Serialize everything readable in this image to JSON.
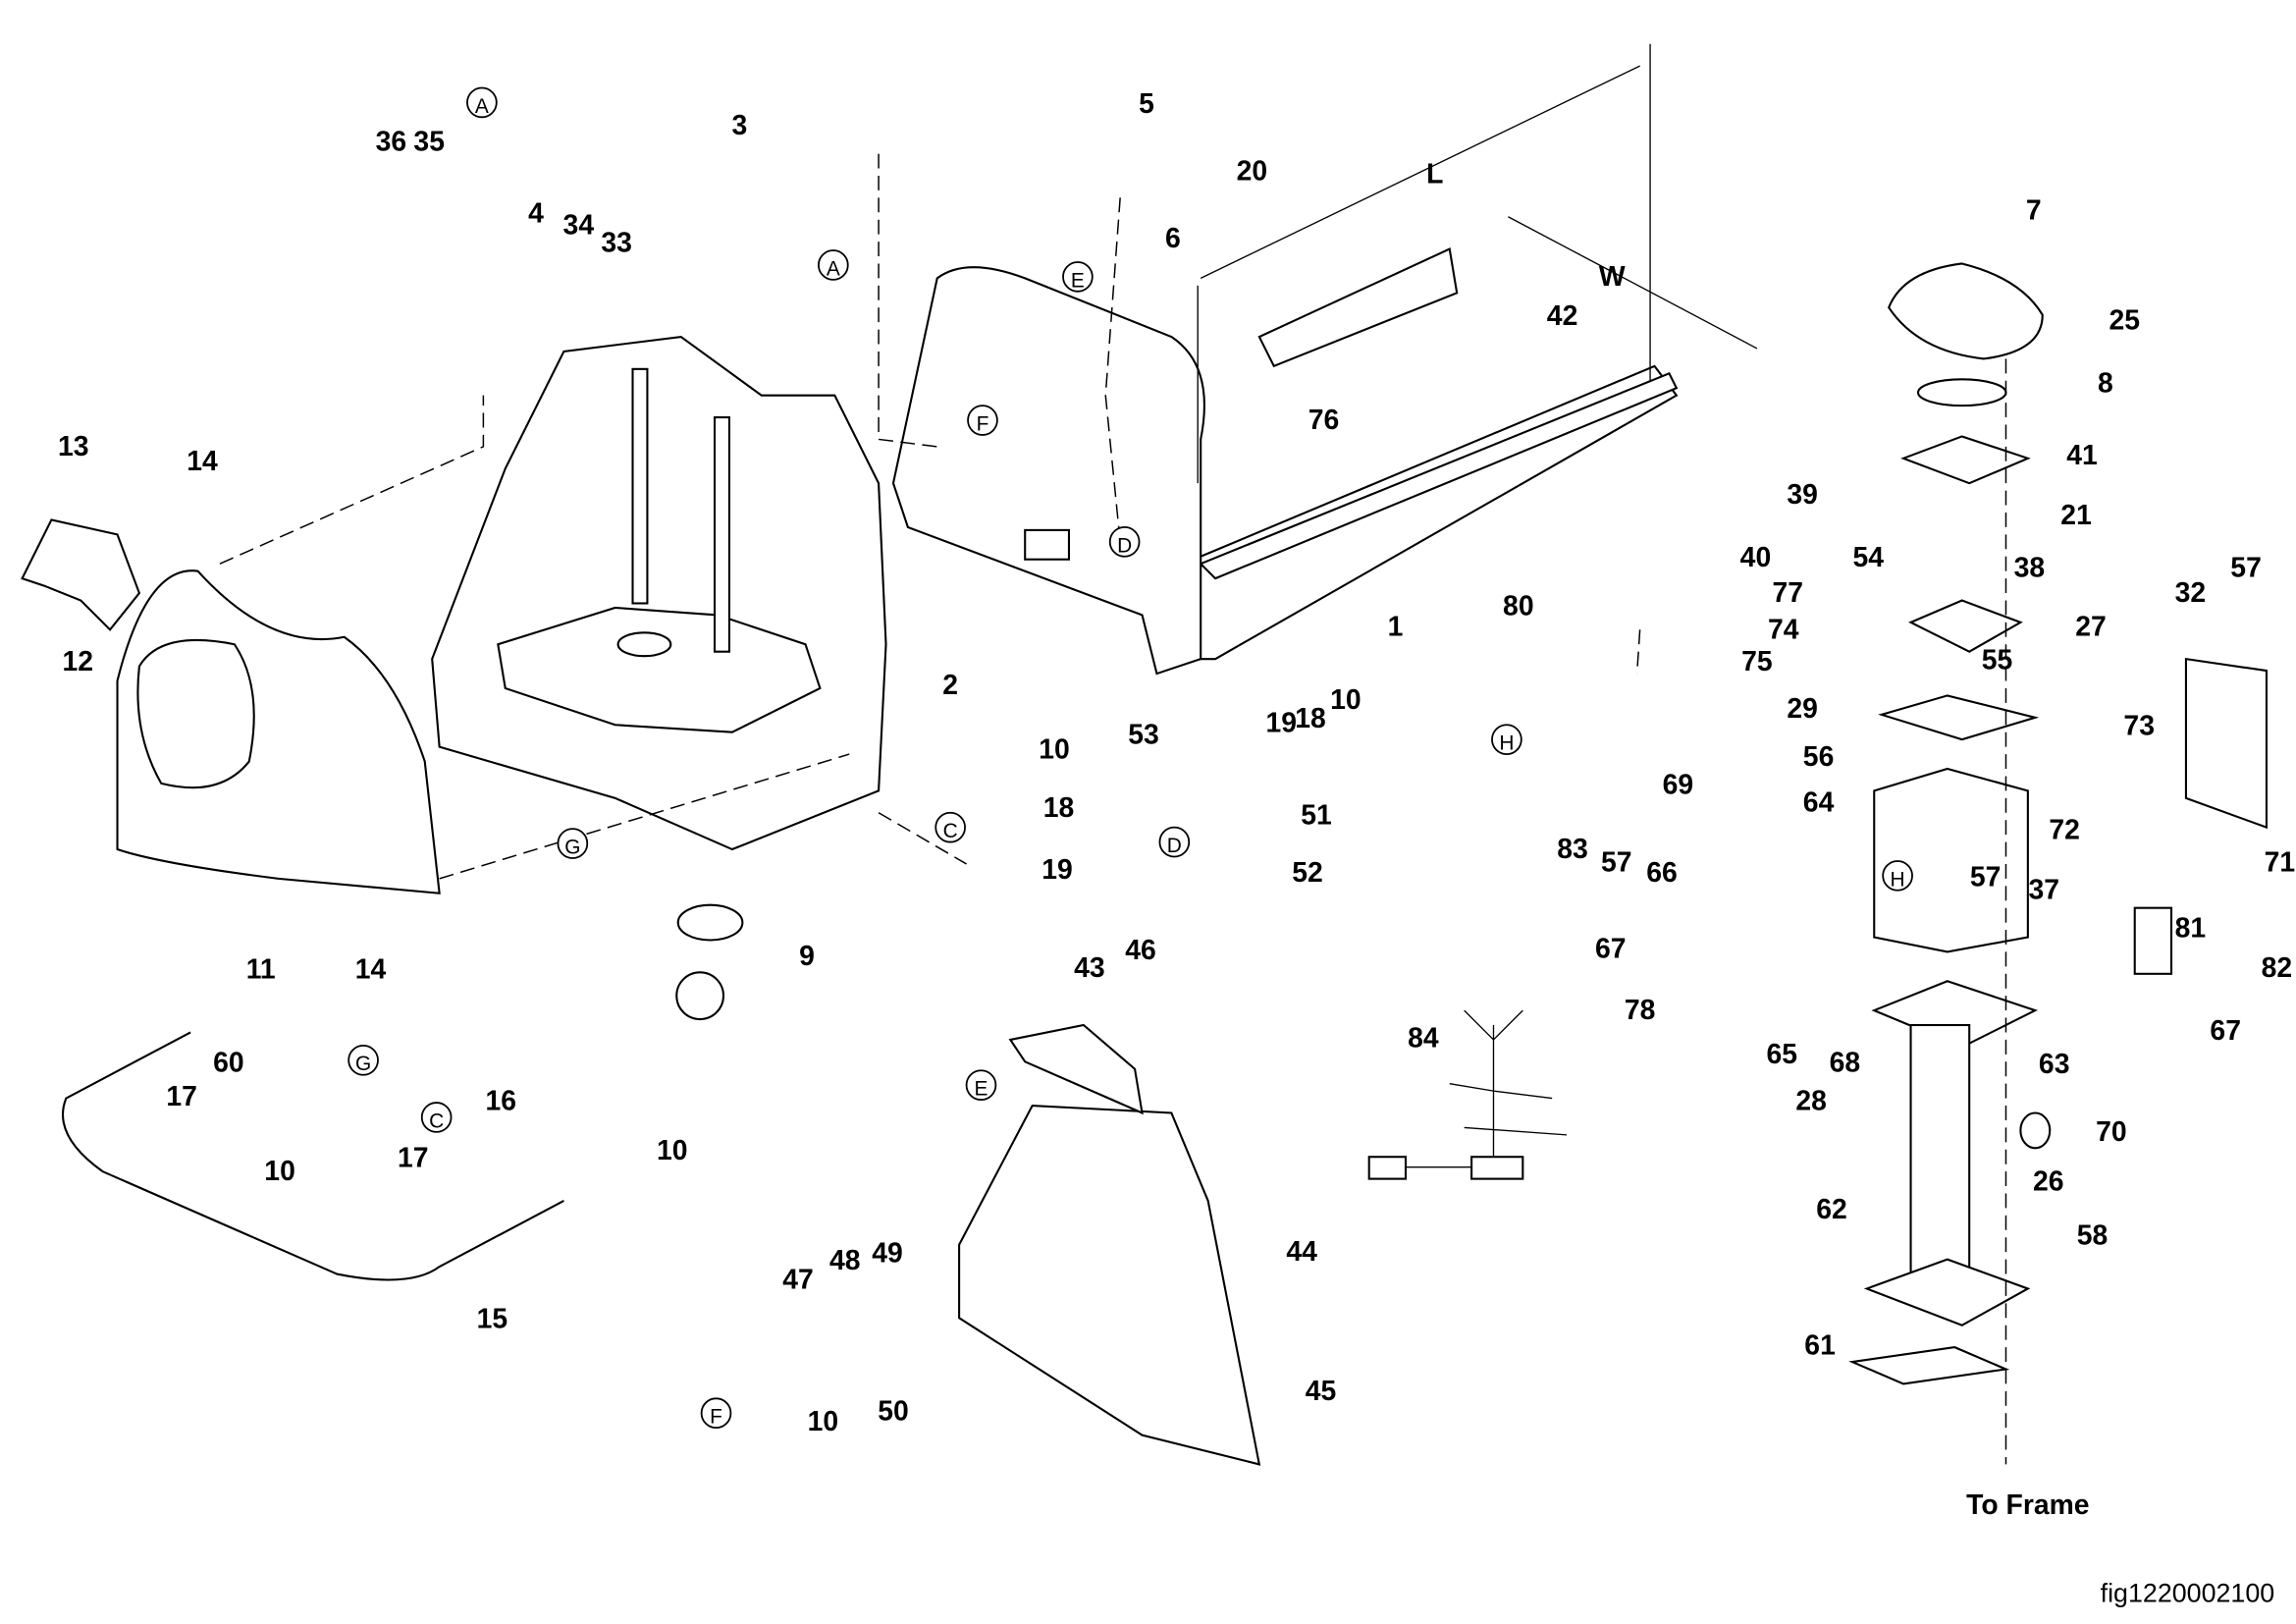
{
  "figure_id": "fig1220002100",
  "dimension_labels": {
    "length": "L",
    "width": "W"
  },
  "to_frame_note": "To Frame",
  "callouts": [
    {
      "text": "36"
    },
    {
      "text": "35"
    },
    {
      "text": "A",
      "circled": true
    },
    {
      "text": "4"
    },
    {
      "text": "34"
    },
    {
      "text": "33"
    },
    {
      "text": "3"
    },
    {
      "text": "A",
      "circled": true
    },
    {
      "text": "5"
    },
    {
      "text": "20"
    },
    {
      "text": "6"
    },
    {
      "text": "E",
      "circled": true
    },
    {
      "text": "F",
      "circled": true
    },
    {
      "text": "42"
    },
    {
      "text": "76"
    },
    {
      "text": "7"
    },
    {
      "text": "25"
    },
    {
      "text": "8"
    },
    {
      "text": "41"
    },
    {
      "text": "21"
    },
    {
      "text": "39"
    },
    {
      "text": "54"
    },
    {
      "text": "38"
    },
    {
      "text": "40"
    },
    {
      "text": "77"
    },
    {
      "text": "80"
    },
    {
      "text": "74"
    },
    {
      "text": "75"
    },
    {
      "text": "27"
    },
    {
      "text": "55"
    },
    {
      "text": "1"
    },
    {
      "text": "D",
      "circled": true
    },
    {
      "text": "13"
    },
    {
      "text": "14"
    },
    {
      "text": "12"
    },
    {
      "text": "2"
    },
    {
      "text": "53"
    },
    {
      "text": "19"
    },
    {
      "text": "18"
    },
    {
      "text": "10"
    },
    {
      "text": "51"
    },
    {
      "text": "52"
    },
    {
      "text": "D",
      "circled": true
    },
    {
      "text": "10"
    },
    {
      "text": "18"
    },
    {
      "text": "19"
    },
    {
      "text": "C",
      "circled": true
    },
    {
      "text": "G",
      "circled": true
    },
    {
      "text": "11"
    },
    {
      "text": "14"
    },
    {
      "text": "9"
    },
    {
      "text": "H",
      "circled": true
    },
    {
      "text": "83"
    },
    {
      "text": "57"
    },
    {
      "text": "69"
    },
    {
      "text": "66"
    },
    {
      "text": "64"
    },
    {
      "text": "29"
    },
    {
      "text": "56"
    },
    {
      "text": "57"
    },
    {
      "text": "H",
      "circled": true
    },
    {
      "text": "37"
    },
    {
      "text": "32"
    },
    {
      "text": "57"
    },
    {
      "text": "73"
    },
    {
      "text": "72"
    },
    {
      "text": "71"
    },
    {
      "text": "81"
    },
    {
      "text": "82"
    },
    {
      "text": "67"
    },
    {
      "text": "78"
    },
    {
      "text": "65"
    },
    {
      "text": "68"
    },
    {
      "text": "63"
    },
    {
      "text": "67"
    },
    {
      "text": "70"
    },
    {
      "text": "28"
    },
    {
      "text": "26"
    },
    {
      "text": "62"
    },
    {
      "text": "58"
    },
    {
      "text": "61"
    },
    {
      "text": "84"
    },
    {
      "text": "43"
    },
    {
      "text": "46"
    },
    {
      "text": "E",
      "circled": true
    },
    {
      "text": "44"
    },
    {
      "text": "45"
    },
    {
      "text": "47"
    },
    {
      "text": "48"
    },
    {
      "text": "49"
    },
    {
      "text": "50"
    },
    {
      "text": "F",
      "circled": true
    },
    {
      "text": "10"
    },
    {
      "text": "G",
      "circled": true
    },
    {
      "text": "60"
    },
    {
      "text": "17"
    },
    {
      "text": "10"
    },
    {
      "text": "C",
      "circled": true
    },
    {
      "text": "16"
    },
    {
      "text": "17"
    },
    {
      "text": "10"
    },
    {
      "text": "15"
    }
  ]
}
